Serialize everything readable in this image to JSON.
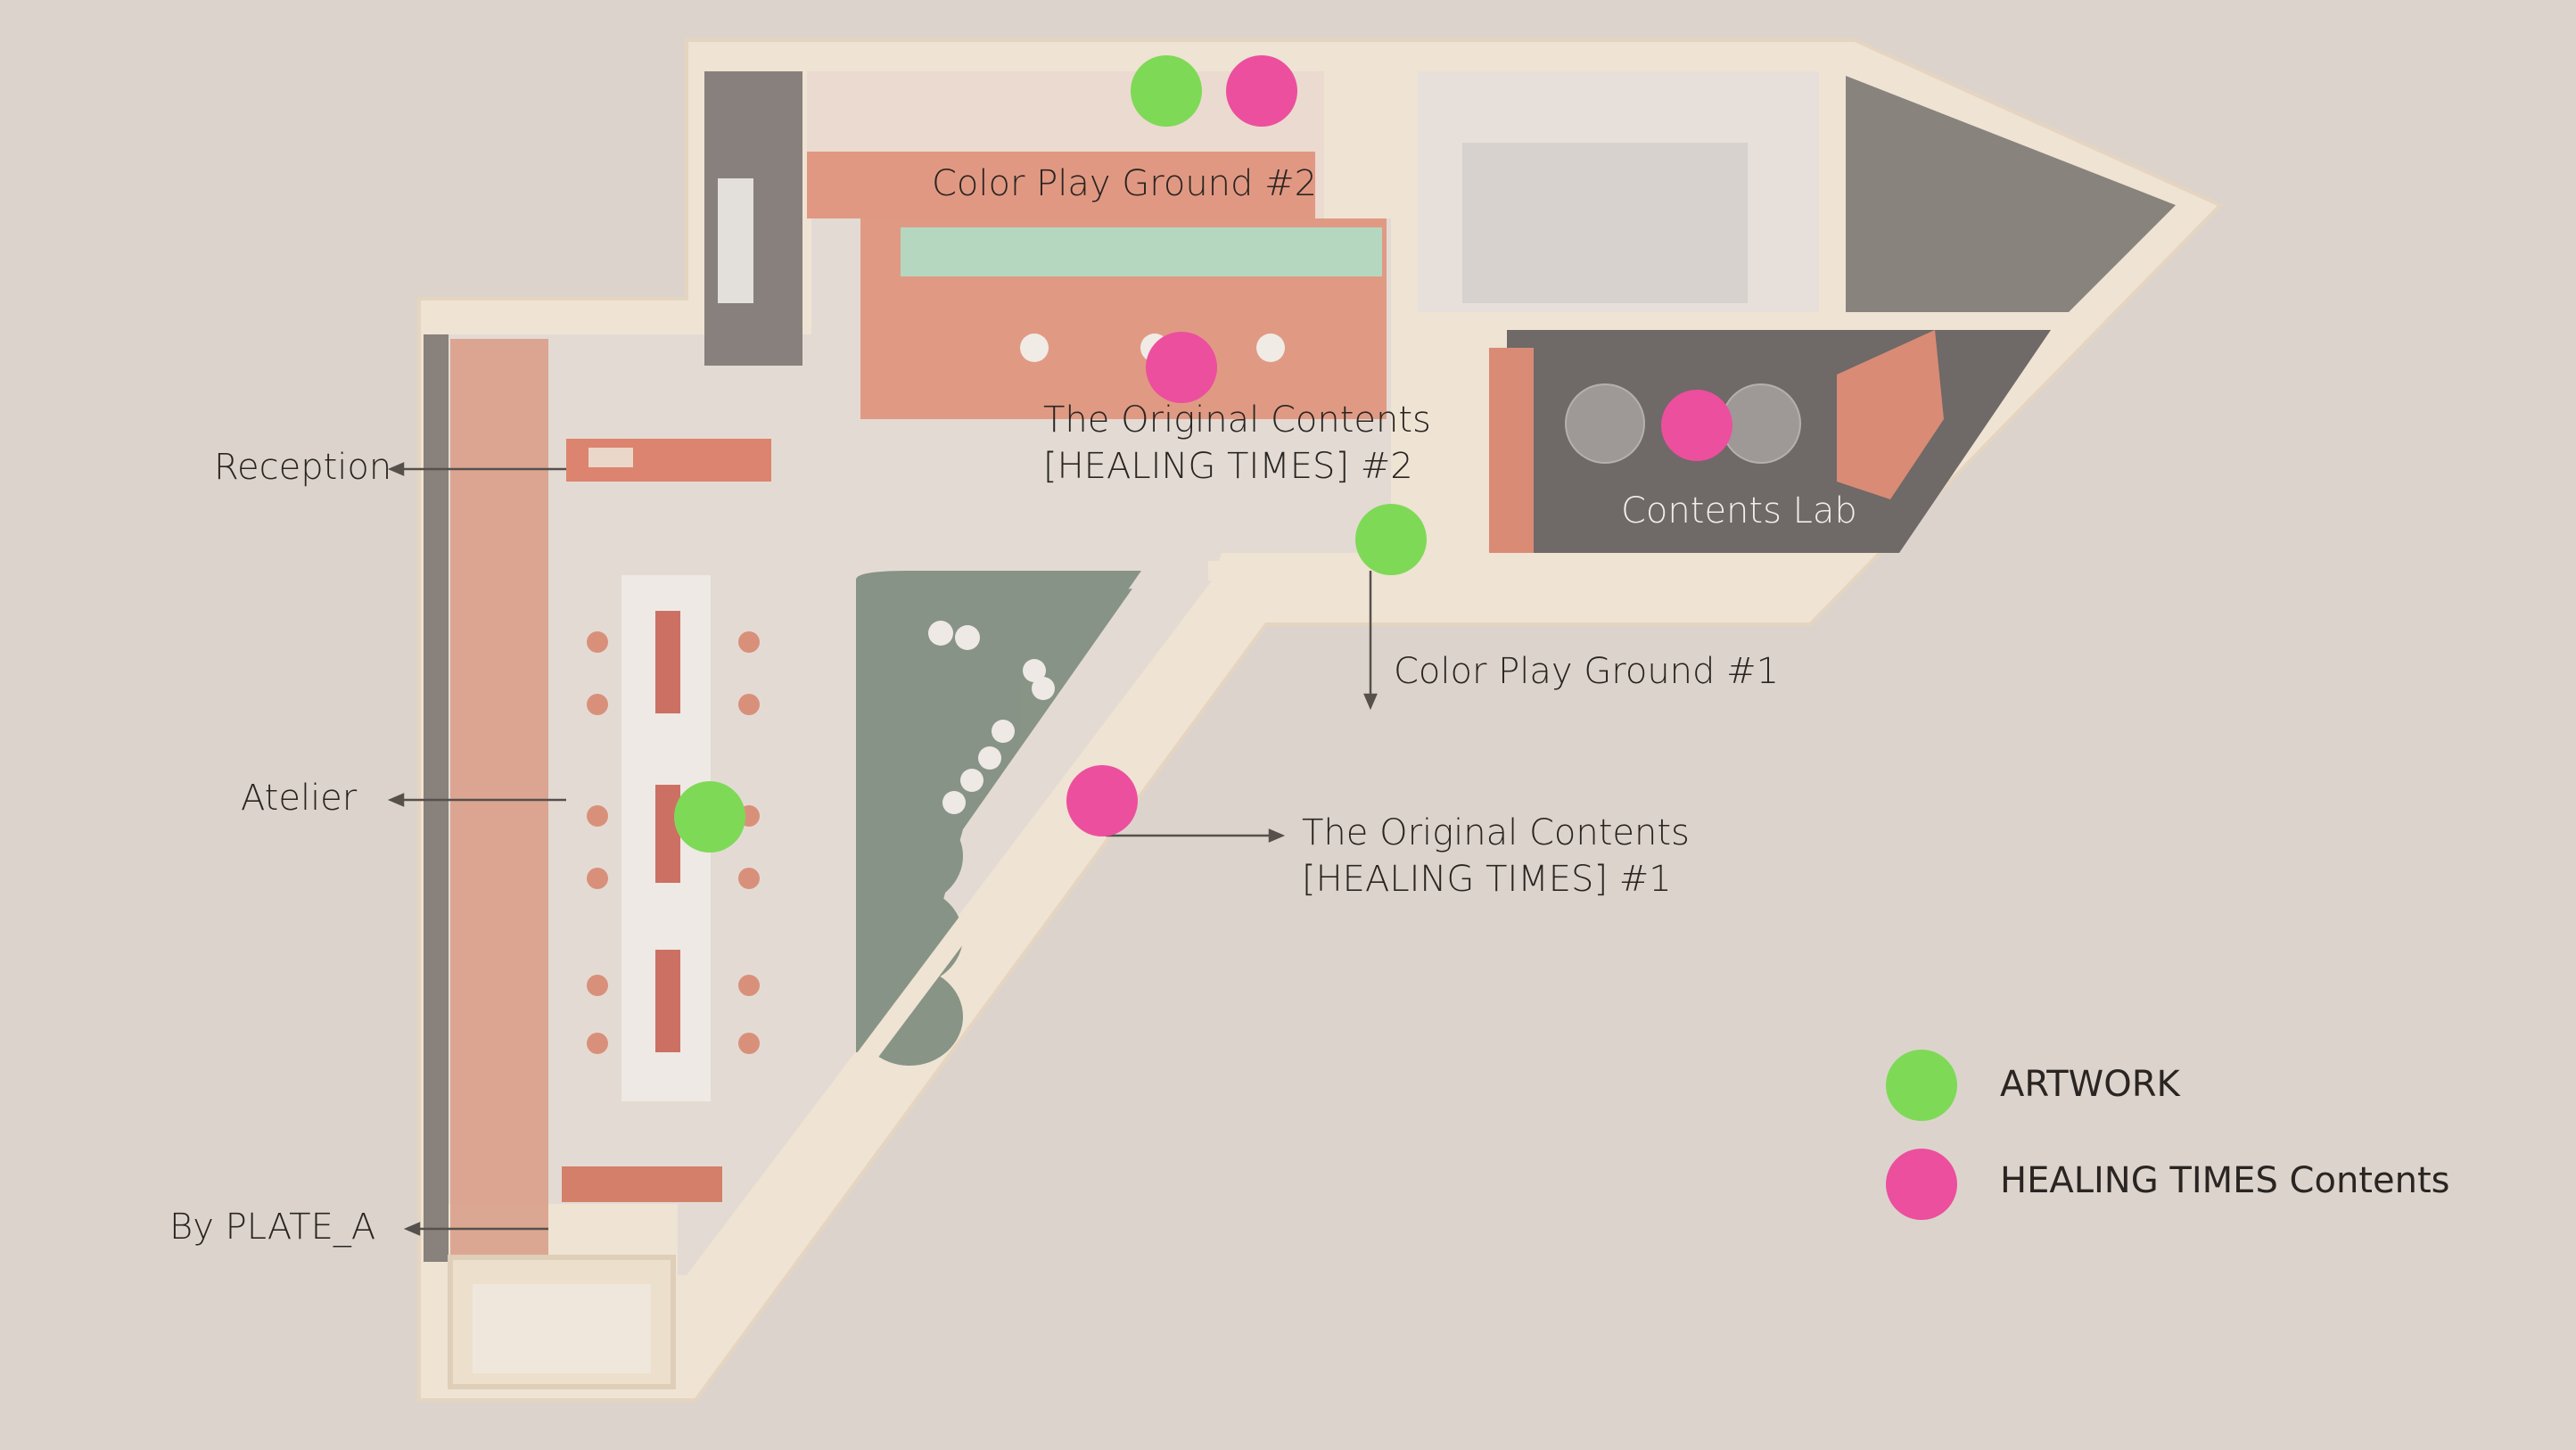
{
  "colors": {
    "background": "#ddd5cd",
    "artwork": "#7ed957",
    "healing_times": "#ec4f9e",
    "wall": "#f6e9d6",
    "floor": "#e9e1d9",
    "accent_orange": "#d8735a",
    "green_seating": "#5e7464"
  },
  "labels": {
    "reception": "Reception",
    "atelier": "Atelier",
    "by_plate_a": "By PLATE_A",
    "color_play_ground_2": "Color Play Ground #2",
    "original_contents_2_line1": "The Original Contents",
    "original_contents_2_line2": "[HEALING TIMES] #2",
    "contents_lab": "Contents Lab",
    "color_play_ground_1": "Color Play Ground #1",
    "original_contents_1_line1": "The Original Contents",
    "original_contents_1_line2": "[HEALING TIMES] #1"
  },
  "legend": {
    "items": [
      {
        "label": "ARTWORK",
        "color": "#7ed957"
      },
      {
        "label": "HEALING TIMES Contents",
        "color": "#ec4f9e"
      }
    ]
  },
  "markers": [
    {
      "type": "artwork",
      "name": "Color Play Ground #2"
    },
    {
      "type": "healing_times",
      "name": "Color Play Ground #2"
    },
    {
      "type": "healing_times",
      "name": "The Original Contents [HEALING TIMES] #2"
    },
    {
      "type": "healing_times",
      "name": "Contents Lab"
    },
    {
      "type": "artwork",
      "name": "Color Play Ground #1"
    },
    {
      "type": "healing_times",
      "name": "The Original Contents [HEALING TIMES] #1"
    },
    {
      "type": "artwork",
      "name": "Atelier"
    }
  ]
}
